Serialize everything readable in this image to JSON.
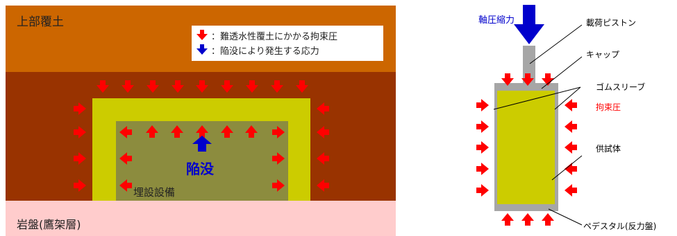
{
  "left_diagram": {
    "layers": {
      "upper_cover": "上部覆土",
      "bedrock": "岩盤(鷹架層)"
    },
    "legend": {
      "red_item": "：難透水性覆土にかかる拘束圧",
      "blue_item": "：陥没により発生する応力"
    },
    "labels": {
      "collapse": "陥没",
      "buried_facility": "埋設設備"
    },
    "colors": {
      "upper_cover": "#CC6600",
      "fill_layer": "#993300",
      "bedrock": "#FFCCCC",
      "impermeable_cover": "#CCCC00",
      "facility": "#8C8C3E",
      "confining_arrow": "#FF0000",
      "stress_arrow": "#0000CC"
    }
  },
  "right_diagram": {
    "labels": {
      "axial_compression": "軸圧縮力",
      "loading_piston": "載荷ピストン",
      "cap": "キャップ",
      "rubber_sleeve": "ゴムスリーブ",
      "confining_pressure": "拘束圧",
      "specimen": "供試体",
      "pedestal": "ペデスタル(反力盤)"
    },
    "colors": {
      "axial_arrow": "#0000CC",
      "piston": "#A6A6A6",
      "specimen": "#CCCC00",
      "confining_label": "#FF0000"
    }
  }
}
